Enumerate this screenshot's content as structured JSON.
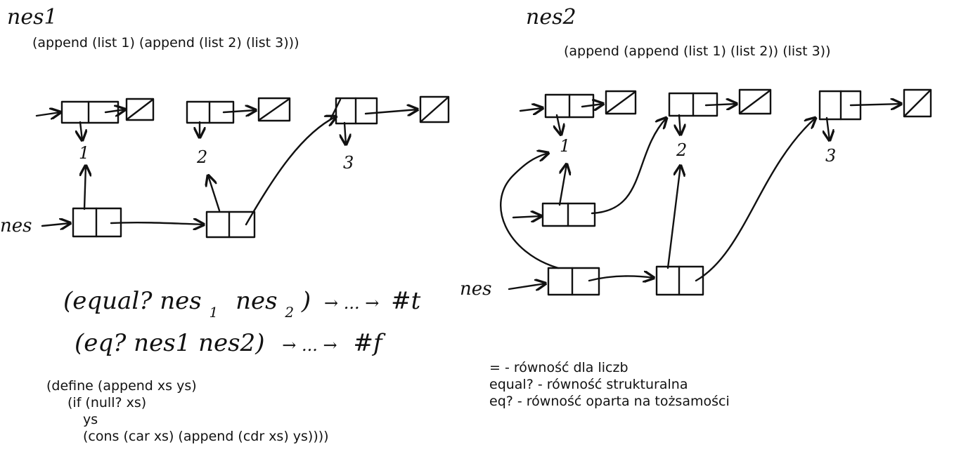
{
  "left_diagram": {
    "title": "nes1",
    "expression": "(append (list 1) (append (list 2) (list 3)))",
    "values": [
      "1",
      "2",
      "3"
    ],
    "pointer_label": "nes"
  },
  "right_diagram": {
    "title": "nes2",
    "expression": "(append (append (list 1) (list 2)) (list 3))",
    "values": [
      "1",
      "2",
      "3"
    ],
    "pointer_label": "nes"
  },
  "comparisons": {
    "equal_line": {
      "expr": "(equal? nes",
      "sub1": "1",
      "mid": "nes",
      "sub2": "2",
      "close": ")",
      "arrow": "→ ... →",
      "result": "#t"
    },
    "eq_line": {
      "expr": "(eq? nes1 nes2)",
      "arrow": "→ ... →",
      "result": "#f"
    }
  },
  "code": {
    "lines": [
      "(define (append xs ys)",
      "(if (null? xs)",
      "ys",
      "(cons (car xs) (append (cdr xs) ys))))"
    ]
  },
  "notes": {
    "lines": [
      "= - równość dla liczb",
      "equal? - równość strukturalna",
      "eq? - równość oparta na tożsamości"
    ]
  }
}
